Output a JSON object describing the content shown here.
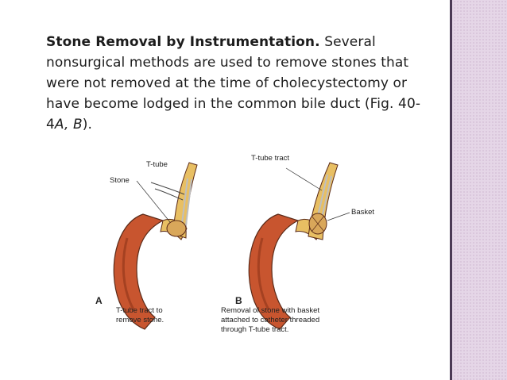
{
  "slide": {
    "bullet_glyph": "",
    "heading": "Stone Removal by Instrumentation.",
    "body_1": " Several nonsurgical methods are used to remove stones that were not removed at the time of cholecystectomy or have become lodged in the common bile duct (Fig. 40-4",
    "fig_a": "A",
    "sep": ", ",
    "fig_b": "B",
    "body_end": ")."
  },
  "figure": {
    "panel_a": {
      "letter": "A",
      "label_ttube": "T-tube",
      "label_stone": "Stone",
      "caption_1": "T-tube tract to",
      "caption_2": "remove stone."
    },
    "panel_b": {
      "letter": "B",
      "label_tract": "T-tube tract",
      "label_basket": "Basket",
      "caption_1": "Removal of stone with basket",
      "caption_2": "attached to catheter threaded",
      "caption_3": "through T-tube tract."
    }
  },
  "colors": {
    "accent": "#7b3c87",
    "sidebar": "#e5d6e7",
    "duct": "#c8552f",
    "tube": "#e8bf63"
  }
}
